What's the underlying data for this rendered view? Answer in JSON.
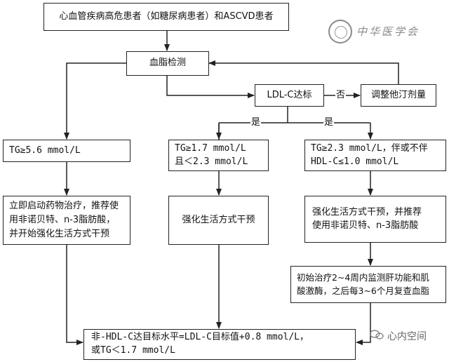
{
  "nodes": {
    "top": "心血管疾病高危患者（如糖尿病患者）和ASCVD患者",
    "lipid_test": "血脂检测",
    "ldl_target": "LDL-C达标",
    "adjust_statin": "调整他汀剂量",
    "tg_high": "TG≥5.6 mmol/L",
    "tg_mid_line1": "TG≥1.7 mmol/L",
    "tg_mid_line2": "且＜2.3 mmol/L",
    "tg_23_line1": "TG≥2.3 mmol/L，伴或不伴",
    "tg_23_line2": "HDL-C≤1.0 mmol/L",
    "immediate_line1": "立即启动药物治疗，推荐使用非诺贝特、n-3脂肪酸，",
    "immediate_line2": "并开始强化生活方式干预",
    "lifestyle": "强化生活方式干预",
    "lifestyle_plus_line1": "强化生活方式干预，并推荐",
    "lifestyle_plus_line2": "使用非诺贝特、n-3脂肪酸",
    "monitor_line1": "初始治疗2~4周内监测肝功能和肌",
    "monitor_line2": "酸激酶，之后每3~6个月复查血脂",
    "goal_line1": "非-HDL-C达目标水平=LDL-C目标值+0.8 mmol/L，",
    "goal_line2": "或TG＜1.7 mmol/L"
  },
  "edge_labels": {
    "no": "否",
    "yes_left": "是",
    "yes_right": "是"
  },
  "watermarks": {
    "brand": "中华医学会",
    "wechat": "心内空间"
  },
  "colors": {
    "line": "#222222",
    "border": "#222222",
    "watermark": "#8a8a8a"
  }
}
